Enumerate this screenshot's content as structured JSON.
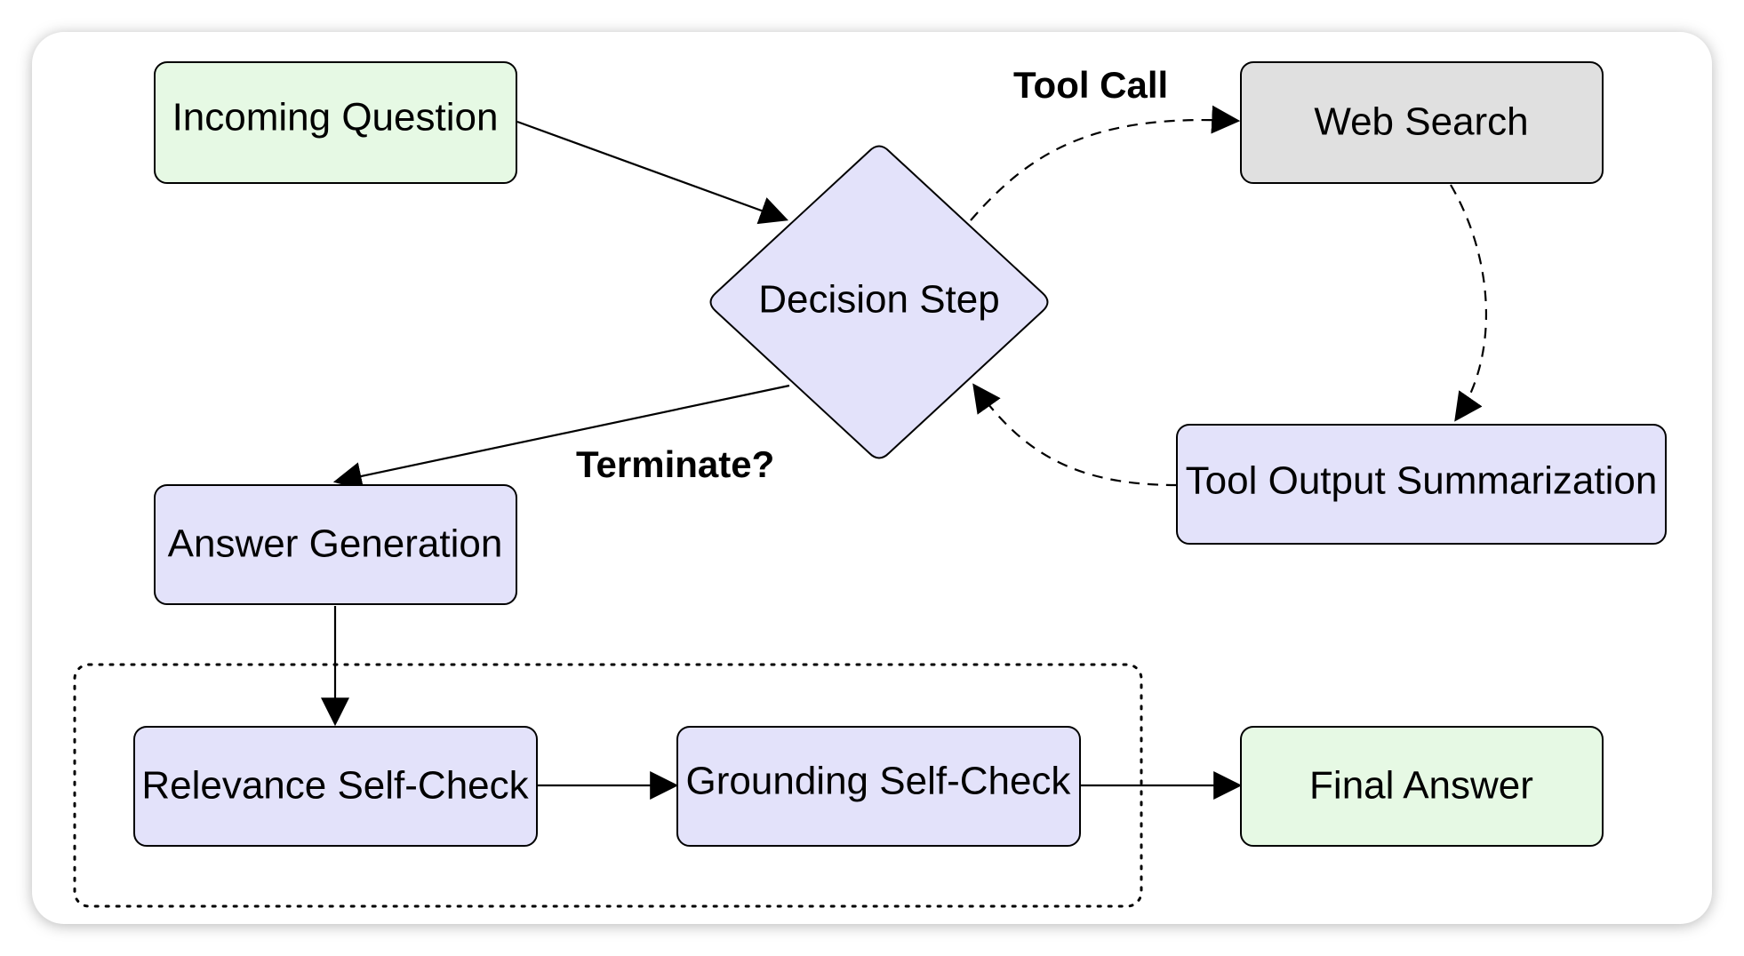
{
  "colors": {
    "green_fill": "#E6F9E4",
    "lavender_fill": "#E3E2FA",
    "gray_fill": "#E0E0E0",
    "card_bg": "#FFFFFF",
    "stroke": "#000000"
  },
  "nodes": {
    "incoming_question": "Incoming Question",
    "decision_step": "Decision Step",
    "web_search": "Web Search",
    "tool_output_summarization": "Tool Output Summarization",
    "answer_generation": "Answer Generation",
    "relevance_self_check": "Relevance Self-Check",
    "grounding_self_check": "Grounding Self-Check",
    "final_answer": "Final Answer"
  },
  "edge_labels": {
    "tool_call": "Tool Call",
    "terminate": "Terminate?"
  }
}
